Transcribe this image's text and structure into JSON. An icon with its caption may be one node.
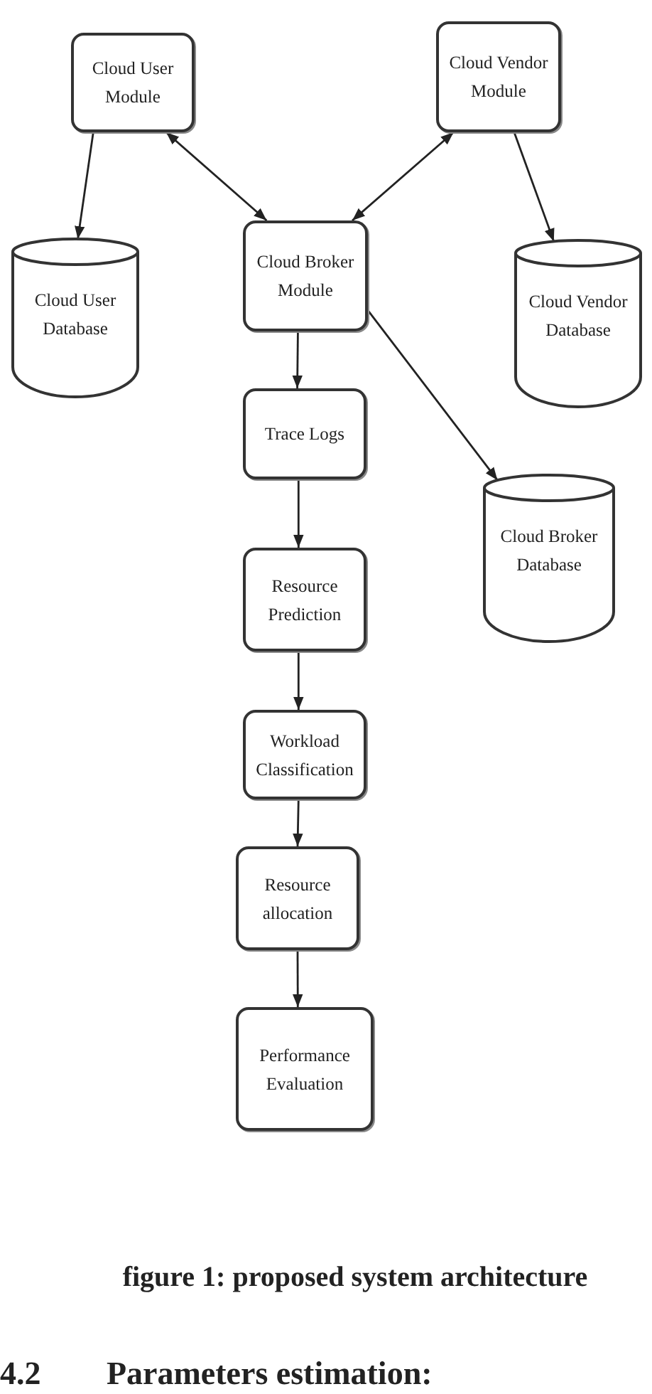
{
  "diagram": {
    "caption": "figure 1: proposed system architecture",
    "nodes": [
      {
        "text": [
          "Cloud User Module"
        ]
      },
      {
        "text": [
          "Cloud Vendor Module"
        ]
      },
      {
        "text": [
          "Cloud Broker Module"
        ]
      },
      {
        "text": [
          "Cloud User Database"
        ]
      },
      {
        "text": [
          "Cloud Vendor Database"
        ]
      },
      {
        "text": [
          "Trace Logs"
        ]
      },
      {
        "text": [
          "Cloud Broker Database"
        ]
      },
      {
        "text": [
          "Resource Prediction"
        ]
      },
      {
        "text": [
          "Workload Classification"
        ]
      },
      {
        "text": [
          "Resource allocation"
        ]
      },
      {
        "text": [
          "Performance Evaluation"
        ]
      }
    ],
    "edges": [
      {
        "from": 0,
        "to": 3,
        "arrow": "to"
      },
      {
        "from": 0,
        "to": 2,
        "arrow": "both"
      },
      {
        "from": 1,
        "to": 2,
        "arrow": "both"
      },
      {
        "from": 1,
        "to": 4,
        "arrow": "to"
      },
      {
        "from": 2,
        "to": 5,
        "arrow": "to"
      },
      {
        "from": 2,
        "to": 6,
        "arrow": "to"
      },
      {
        "from": 5,
        "to": 7,
        "arrow": "to"
      },
      {
        "from": 7,
        "to": 8,
        "arrow": "to"
      },
      {
        "from": 8,
        "to": 9,
        "arrow": "to"
      },
      {
        "from": 9,
        "to": 10,
        "arrow": "to"
      }
    ],
    "labels": [
      "4.2",
      "Parameters estimation:"
    ]
  }
}
